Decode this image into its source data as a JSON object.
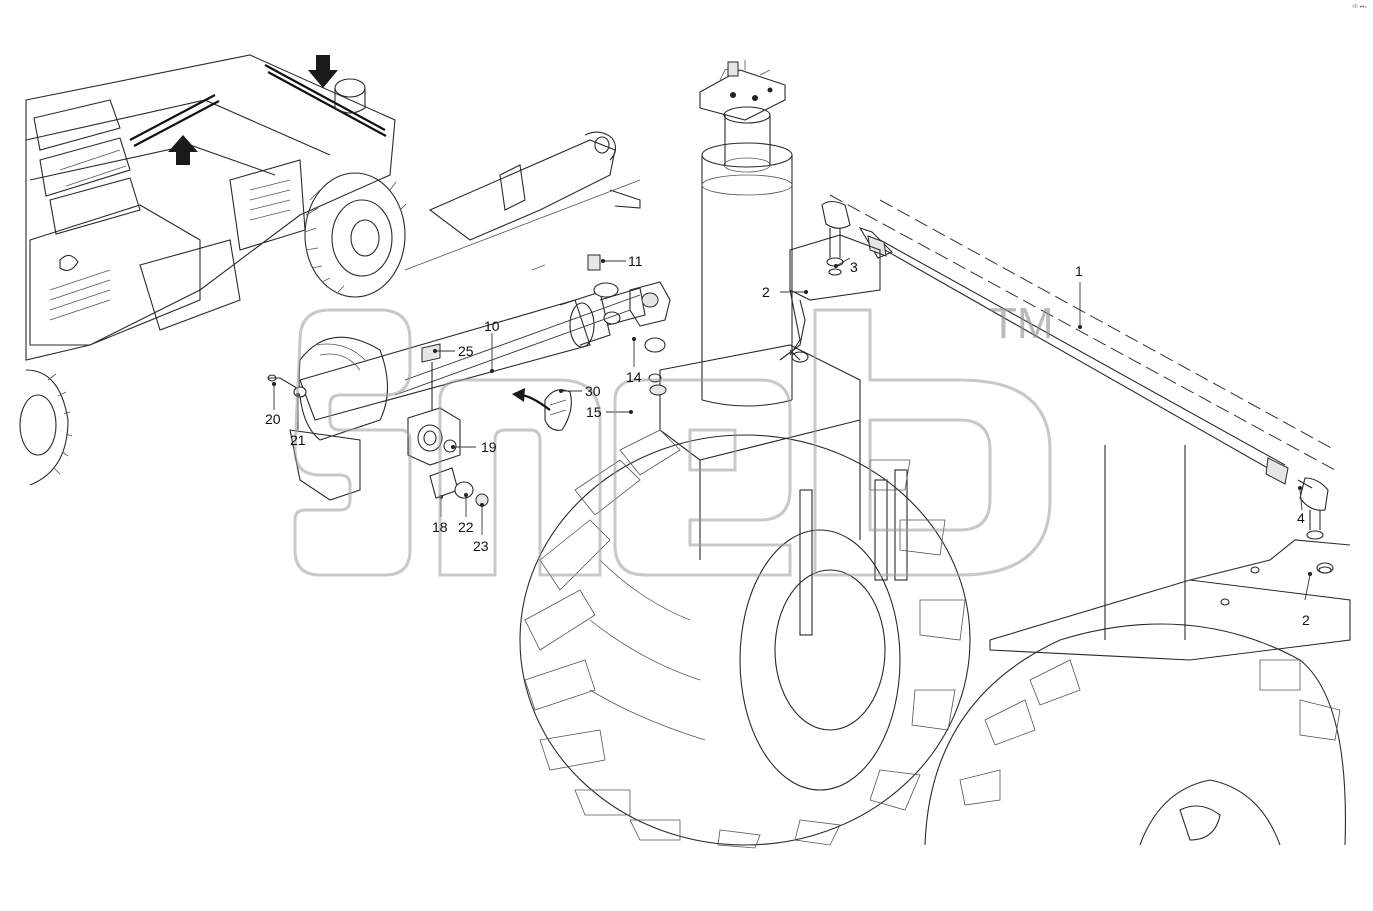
{
  "diagram": {
    "callouts": [
      {
        "id": "c1",
        "label": "1"
      },
      {
        "id": "c2a",
        "label": "2"
      },
      {
        "id": "c2b",
        "label": "2"
      },
      {
        "id": "c3",
        "label": "3"
      },
      {
        "id": "c4",
        "label": "4"
      },
      {
        "id": "c10",
        "label": "10"
      },
      {
        "id": "c11",
        "label": "11"
      },
      {
        "id": "c14",
        "label": "14"
      },
      {
        "id": "c15",
        "label": "15"
      },
      {
        "id": "c18",
        "label": "18"
      },
      {
        "id": "c19",
        "label": "19"
      },
      {
        "id": "c20",
        "label": "20"
      },
      {
        "id": "c21",
        "label": "21"
      },
      {
        "id": "c22",
        "label": "22"
      },
      {
        "id": "c23",
        "label": "23"
      },
      {
        "id": "c25",
        "label": "25"
      },
      {
        "id": "c30",
        "label": "30"
      }
    ],
    "watermark": {
      "tm": "TM"
    },
    "corner_mark": "ᵉᵇ ••▫"
  }
}
